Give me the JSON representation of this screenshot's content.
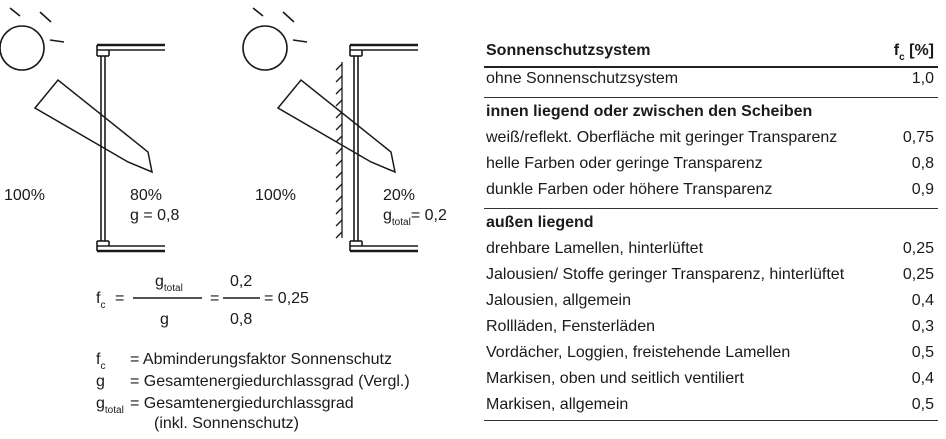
{
  "diagram": {
    "left_panel": {
      "incident": "100%",
      "transmitted": "80%",
      "g_value": "g = 0,8"
    },
    "right_panel": {
      "incident": "100%",
      "transmitted": "20%",
      "g_total_symbol": "g",
      "g_total_sub": "total",
      "g_total_value": "= 0,2"
    }
  },
  "formula": {
    "lhs": "f",
    "lhs_sub": "c",
    "eq1": "=",
    "num1": "g",
    "num1_sub": "total",
    "den1": "g",
    "eq2": "=",
    "num2": "0,2",
    "den2": "0,8",
    "result": "= 0,25"
  },
  "legend": [
    {
      "symbol": "f",
      "sub": "c",
      "desc": "= Abminderungsfaktor Sonnenschutz"
    },
    {
      "symbol": "g",
      "sub": "",
      "desc": "= Gesamtenergiedurchlassgrad (Vergl.)"
    },
    {
      "symbol": "g",
      "sub": "total",
      "desc": "= Gesamtenergiedurchlassgrad"
    },
    {
      "symbol": "",
      "sub": "",
      "desc": "(inkl. Sonnenschutz)"
    }
  ],
  "table": {
    "header": {
      "label": "Sonnenschutzsystem",
      "unit_symbol": "f",
      "unit_sub": "c",
      "unit_rest": " [%]"
    },
    "none_row": {
      "label": "ohne Sonnenschutzsystem",
      "value": "1,0"
    },
    "group_inner": {
      "title": "innen liegend oder zwischen den Scheiben",
      "rows": [
        {
          "label": "weiß/reflekt. Oberfläche mit geringer Transparenz",
          "value": "0,75"
        },
        {
          "label": "helle Farben oder geringe Transparenz",
          "value": "0,8"
        },
        {
          "label": "dunkle Farben oder höhere Transparenz",
          "value": "0,9"
        }
      ]
    },
    "group_outer": {
      "title": "außen liegend",
      "rows": [
        {
          "label": "drehbare Lamellen, hinterlüftet",
          "value": "0,25"
        },
        {
          "label": "Jalousien/ Stoffe geringer Transparenz, hinterlüftet",
          "value": "0,25"
        },
        {
          "label": "Jalousien, allgemein",
          "value": "0,4"
        },
        {
          "label": "Rollläden, Fensterläden",
          "value": "0,3"
        },
        {
          "label": "Vordächer, Loggien, freistehende Lamellen",
          "value": "0,5"
        },
        {
          "label": "Markisen, oben und seitlich ventiliert",
          "value": "0,4"
        },
        {
          "label": "Markisen, allgemein",
          "value": "0,5"
        }
      ]
    }
  }
}
